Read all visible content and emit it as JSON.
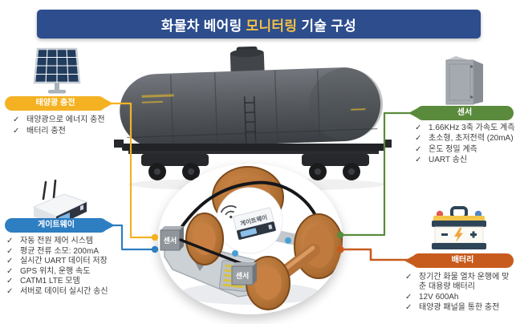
{
  "header": {
    "title_prefix": "화물차 베어링",
    "title_highlight": "모니터링",
    "title_suffix": "기술 구성"
  },
  "bullet_char": "✓",
  "sections": {
    "solar": {
      "label": "태양광 충전",
      "color": "#f4b223",
      "icon": "solar-panel-icon",
      "items": [
        "태양광으로 에너지 충전",
        "배터리 충전"
      ]
    },
    "gateway": {
      "label": "게이트웨이",
      "color": "#2e7ec2",
      "icon": "router-gateway-icon",
      "items": [
        "자동 전원 제어 시스템",
        "평균 전류 소모: 200mA",
        "실시간 UART 데이터 저장",
        "GPS 위치, 운행 속도",
        "CATM1 LTE 모뎀",
        "서버로 데이터 실시간 송신"
      ]
    },
    "sensor": {
      "label": "센서",
      "color": "#5a8a3c",
      "icon": "sensor-enclosure-icon",
      "items": [
        "1.66KHz 3축 가속도 계측",
        "초소형, 초저전력 (20mA)",
        "온도 정밀 계측",
        "UART 송신"
      ]
    },
    "battery": {
      "label": "배터리",
      "color": "#c75b1e",
      "icon": "battery-icon",
      "items": [
        "장기간 화물 열차 운행에 맞춘 대용량 배터리",
        "12V 600Ah",
        "태양광 패널을 통한 충전"
      ]
    }
  },
  "inset": {
    "front_sensor_tag": "센서",
    "rear_sensor_tag": "센서",
    "device_tag": "게이트웨이"
  },
  "colors": {
    "banner_blue": "#2d4d8d",
    "title_highlight": "#f5c242",
    "body_text": "#3d3d3d"
  }
}
